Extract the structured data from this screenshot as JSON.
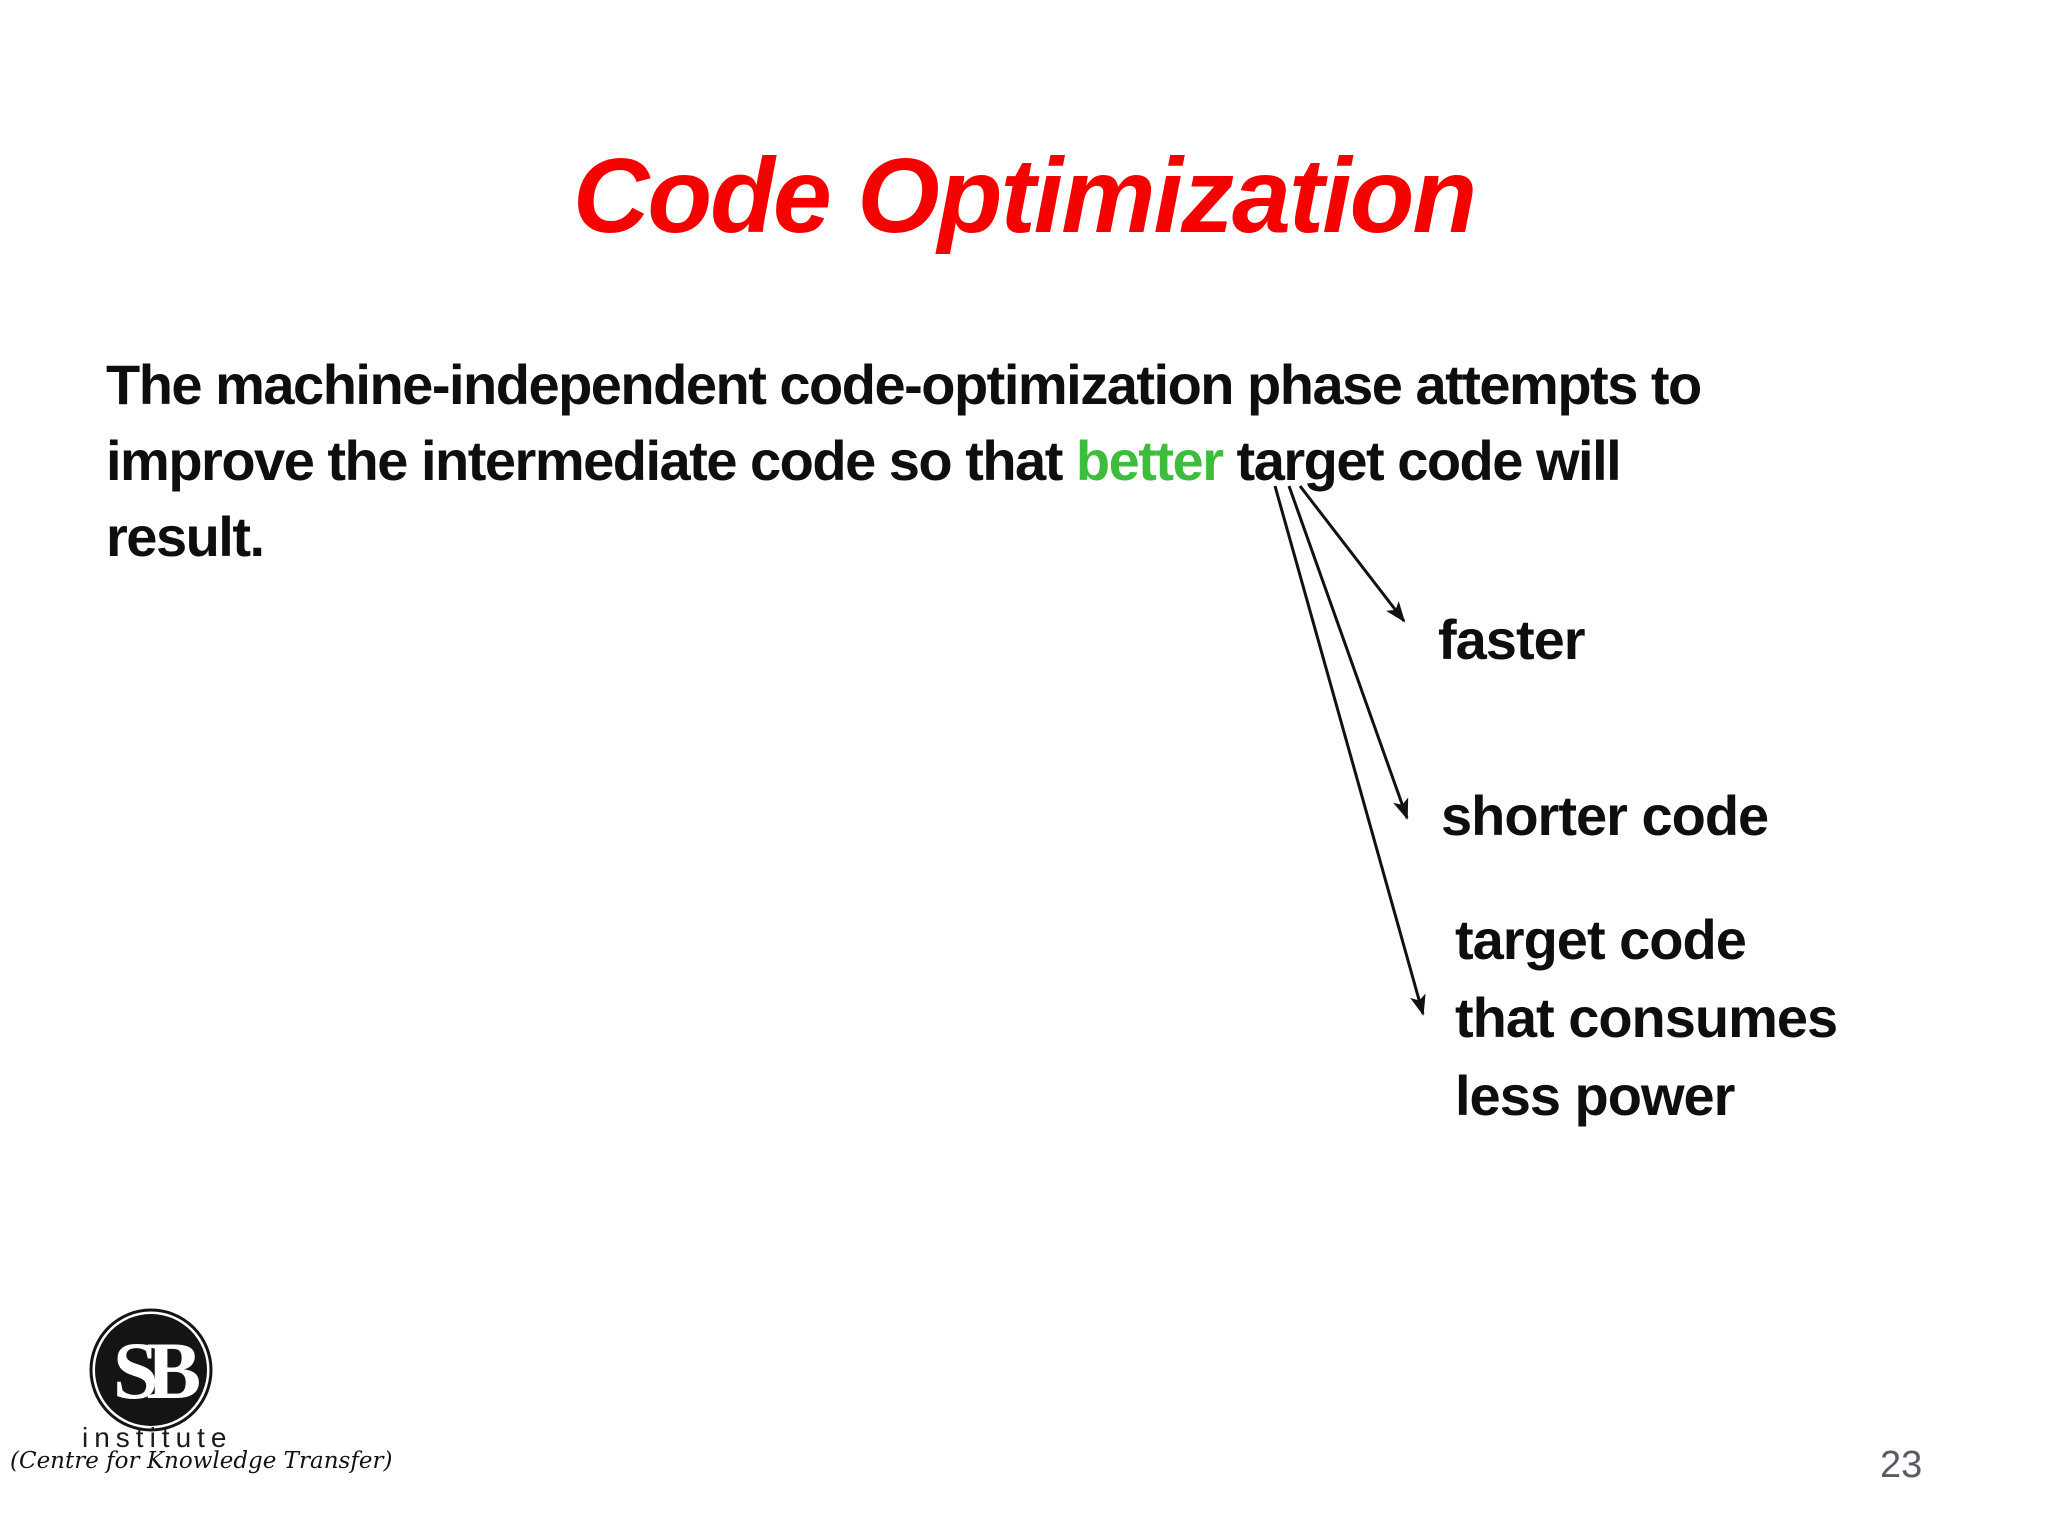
{
  "slide": {
    "title": "Code Optimization",
    "paragraph": {
      "line1": "The machine-independent code-optimization phase attempts to",
      "line2_before": "improve the intermediate code so that ",
      "line2_highlight": "better",
      "line2_after": " target code will",
      "line3": "result."
    },
    "branches": [
      {
        "label": "faster"
      },
      {
        "label": "shorter code"
      },
      {
        "lines": [
          "target code",
          "that consumes",
          "less power"
        ]
      }
    ],
    "page_number": "23",
    "colors": {
      "title_red": "#f70000",
      "highlight_green": "#3cbd3c",
      "body_black": "#0e0e0e",
      "page_number_gray": "#5a5a64"
    }
  },
  "logo": {
    "monogram": "SB",
    "name": "institute",
    "tagline": "(Centre for Knowledge Transfer)"
  }
}
